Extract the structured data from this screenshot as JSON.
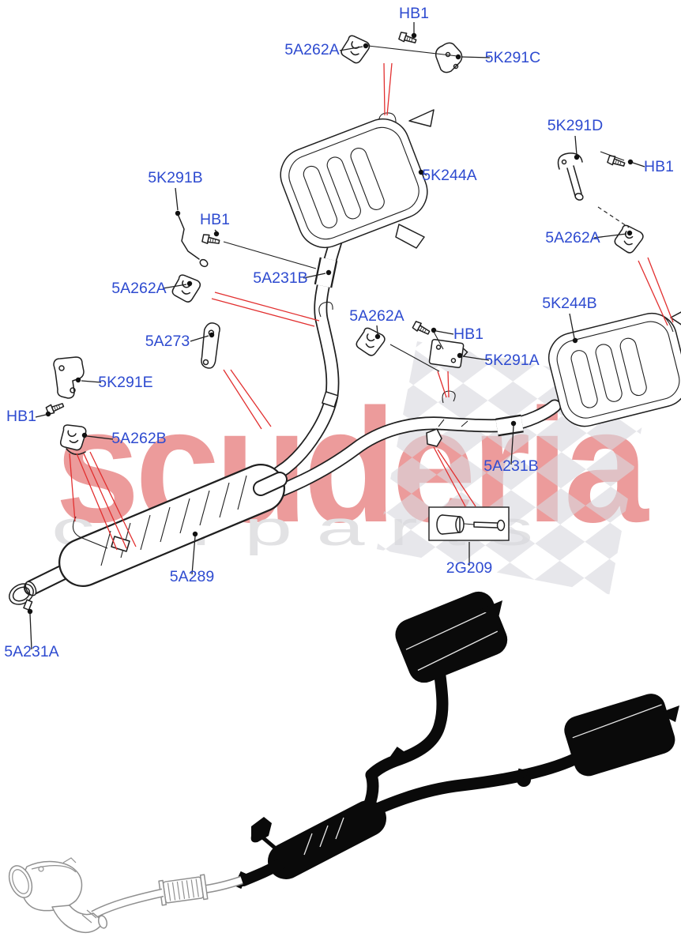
{
  "watermark": {
    "brand": "scuderia",
    "subtitle": "c a r p a r t s",
    "brand_color": "#ec9b9b",
    "subtitle_color": "#e2e2e4",
    "checker_color": "#d9d9de"
  },
  "colors": {
    "label_text": "#2e4bd0",
    "leader_line": "#1f1f1f",
    "locator_line": "#e23030",
    "line_art": "#1f1f1f",
    "silhouette": "#0a0a0a"
  },
  "diagram": {
    "type": "exploded-parts-diagram",
    "subject": "exhaust-system"
  },
  "labels": [
    "HB1",
    "5A262A",
    "5K291C",
    "5K244A",
    "5K291D",
    "HB1",
    "5A262A",
    "5K291B",
    "HB1",
    "5A262A",
    "5A231B",
    "5A262A",
    "HB1",
    "5K291A",
    "5K244B",
    "5A273",
    "5K291E",
    "HB1",
    "5A262B",
    "5A231B",
    "5A289",
    "2G209",
    "5A231A"
  ]
}
